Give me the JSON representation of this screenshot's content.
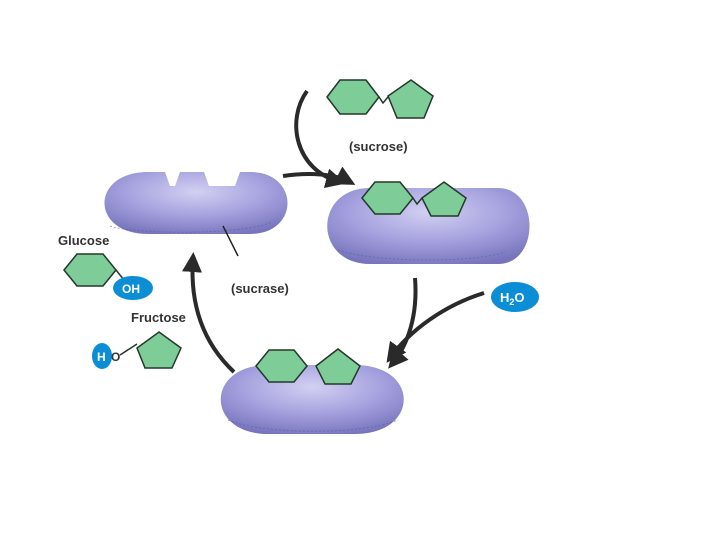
{
  "colors": {
    "enzyme_light": "#c4c2ec",
    "enzyme_mid": "#9c98d9",
    "enzyme_dark": "#7470b8",
    "ring_fill": "#7ecc98",
    "ring_stroke": "#23382a",
    "badge": "#0b8ed6",
    "arrow": "#2a2a2a",
    "text": "#333333"
  },
  "labels": {
    "sucrose": "(sucrose)",
    "sucrase": "(sucrase)",
    "glucose": "Glucose",
    "fructose": "Fructose",
    "oh": "OH",
    "water_h": "H",
    "water_sub": "2",
    "water_o": "O",
    "h": "H",
    "o": "O"
  }
}
